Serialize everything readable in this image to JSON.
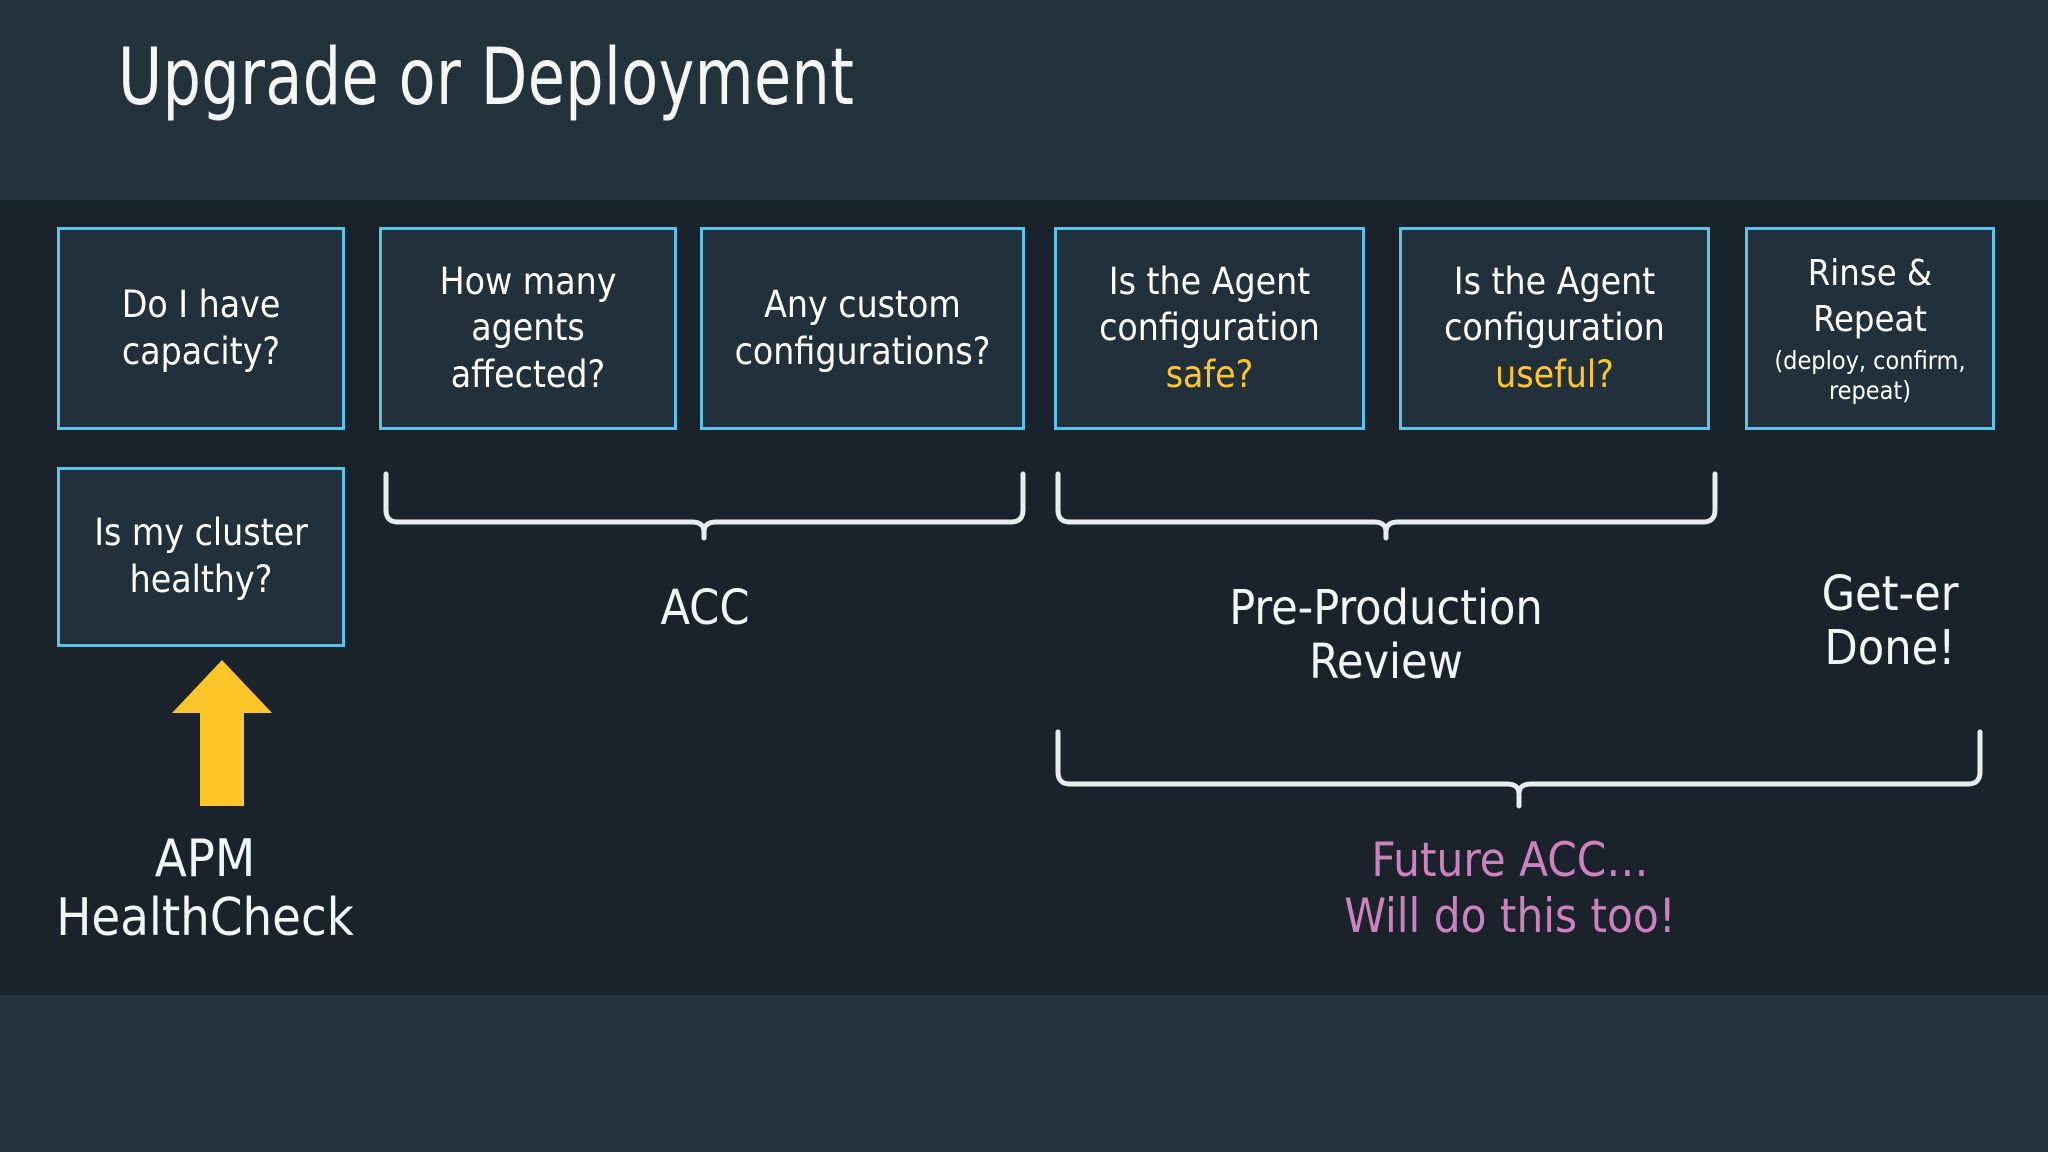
{
  "slide": {
    "title": "Upgrade or Deployment",
    "colors": {
      "header_background": "#24323c",
      "body_background": "#1a232b",
      "box_border": "#5cc3e8",
      "box_fill": "#21303a",
      "text": "#ffffff",
      "highlight_yellow": "#ffc629",
      "arrow_yellow": "#ffc629",
      "accent_pink": "#ce82bd",
      "brace_stroke": "#e8ecee"
    }
  },
  "boxes": [
    {
      "name": "do-i-have-capacity",
      "lines": [
        "Do I have",
        "capacity?"
      ],
      "subtext": null
    },
    {
      "name": "how-many-agents-affected",
      "lines": [
        "How many",
        "agents",
        "affected?"
      ],
      "subtext": null
    },
    {
      "name": "any-custom-configurations",
      "lines": [
        "Any custom",
        "configurations?"
      ],
      "subtext": null
    },
    {
      "name": "is-agent-config-safe",
      "lines": [
        "Is the Agent",
        "configuration"
      ],
      "highlight": "safe?",
      "subtext": null
    },
    {
      "name": "is-agent-config-useful",
      "lines": [
        "Is the Agent",
        "configuration"
      ],
      "highlight": "useful?",
      "subtext": null
    },
    {
      "name": "rinse-and-repeat",
      "lines": [
        "Rinse &",
        "Repeat"
      ],
      "subtext": "(deploy, confirm, repeat)"
    },
    {
      "name": "is-my-cluster-healthy",
      "lines": [
        "Is my cluster",
        "healthy?"
      ],
      "subtext": null
    }
  ],
  "group_labels": {
    "acc": [
      "ACC"
    ],
    "pre_production_review": [
      "Pre-Production",
      "Review"
    ],
    "get_er_done": [
      "Get-er",
      "Done!"
    ]
  },
  "annotations": {
    "apm_healthcheck": [
      "APM",
      "HealthCheck"
    ],
    "future_acc": [
      "Future ACC…",
      "Will do this too!"
    ]
  },
  "icons": {
    "up_arrow": "up-arrow-icon",
    "brace_acc": "curly-brace-icon",
    "brace_preprod": "curly-brace-icon",
    "brace_future": "curly-brace-icon"
  }
}
